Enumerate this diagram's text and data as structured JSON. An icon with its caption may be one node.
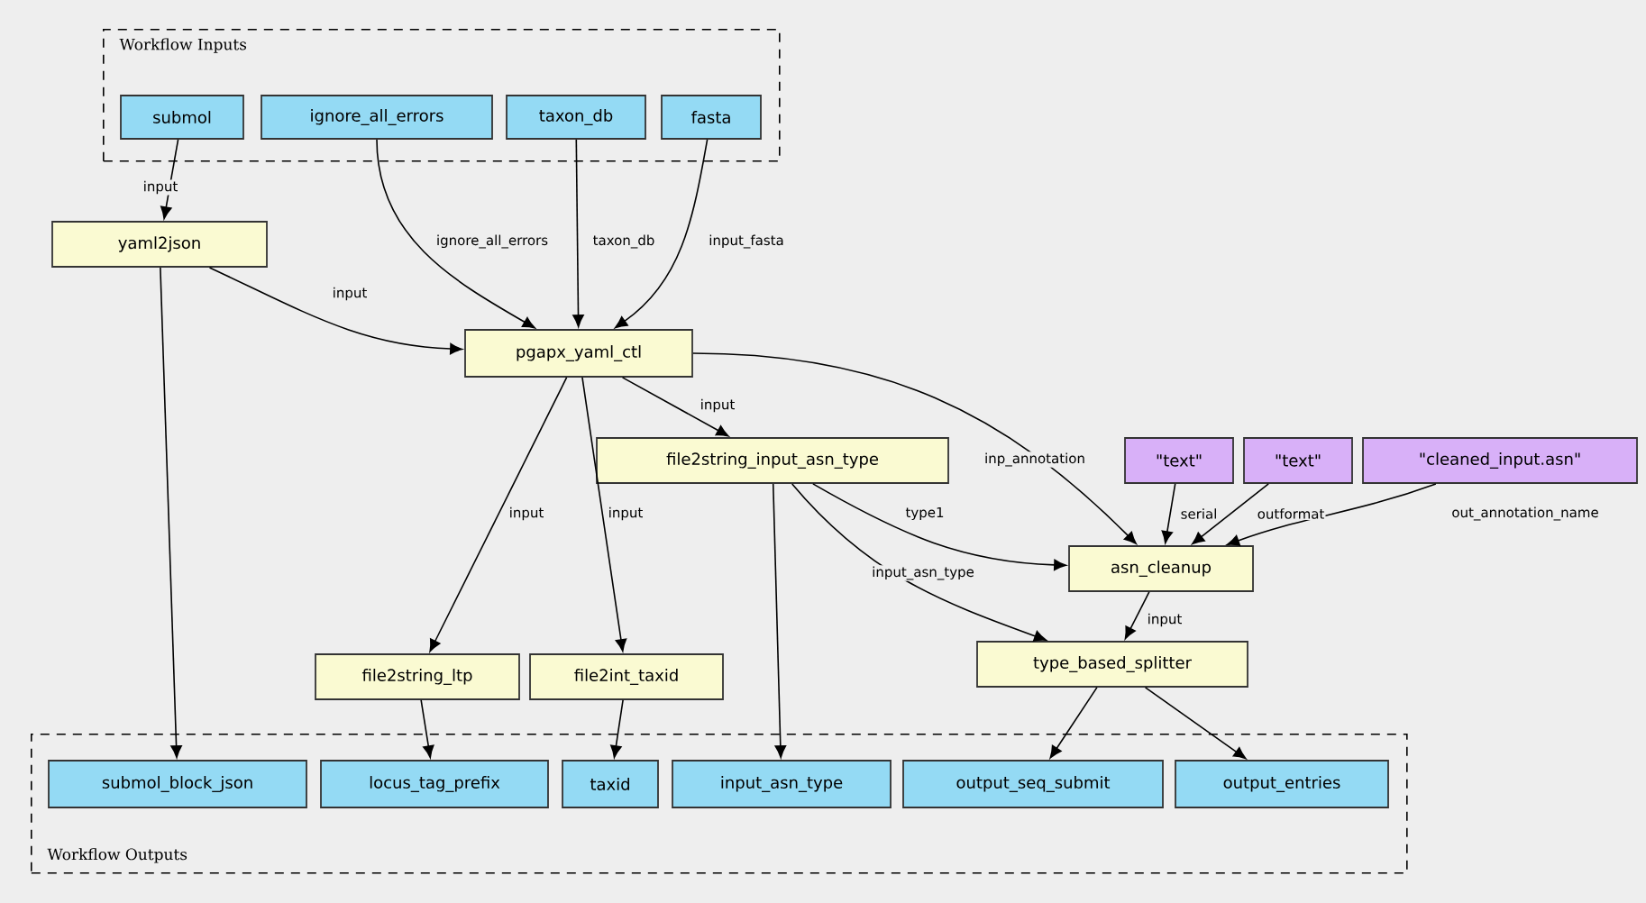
{
  "diagram": {
    "nodes": [
      {
        "text": [
          "Workflow Inputs"
        ]
      },
      {
        "text": [
          "submol"
        ],
        "in": 0
      },
      {
        "text": [
          "ignore_all_errors"
        ],
        "in": 0
      },
      {
        "text": [
          "taxon_db"
        ],
        "in": 0
      },
      {
        "text": [
          "fasta"
        ],
        "in": 0
      },
      {
        "text": [
          "yaml2json"
        ]
      },
      {
        "text": [
          "pgapx_yaml_ctl"
        ]
      },
      {
        "text": [
          "file2string_input_asn_type"
        ]
      },
      {
        "text": [
          "\"text\""
        ]
      },
      {
        "text": [
          "\"text\""
        ]
      },
      {
        "text": [
          "\"cleaned_input.asn\""
        ]
      },
      {
        "text": [
          "asn_cleanup"
        ]
      },
      {
        "text": [
          "file2string_ltp"
        ]
      },
      {
        "text": [
          "file2int_taxid"
        ]
      },
      {
        "text": [
          "type_based_splitter"
        ]
      },
      {
        "text": [
          "Workflow Outputs"
        ]
      },
      {
        "text": [
          "submol_block_json"
        ],
        "in": 15
      },
      {
        "text": [
          "locus_tag_prefix"
        ],
        "in": 15
      },
      {
        "text": [
          "taxid"
        ],
        "in": 15
      },
      {
        "text": [
          "input_asn_type"
        ],
        "in": 15
      },
      {
        "text": [
          "output_seq_submit"
        ],
        "in": 15
      },
      {
        "text": [
          "output_entries"
        ],
        "in": 15
      }
    ],
    "edges": [
      {
        "from": 1,
        "to": 5,
        "arrow": "to",
        "label": "input"
      },
      {
        "from": 2,
        "to": 6,
        "arrow": "to",
        "label": "ignore_all_errors"
      },
      {
        "from": 3,
        "to": 6,
        "arrow": "to",
        "label": "taxon_db"
      },
      {
        "from": 4,
        "to": 6,
        "arrow": "to",
        "label": "input_fasta"
      },
      {
        "from": 5,
        "to": 6,
        "arrow": "to",
        "label": "input"
      },
      {
        "from": 5,
        "to": 16,
        "arrow": "to"
      },
      {
        "from": 6,
        "to": 7,
        "arrow": "to",
        "label": "input"
      },
      {
        "from": 6,
        "to": 11,
        "arrow": "to",
        "label": "inp_annotation"
      },
      {
        "from": 6,
        "to": 12,
        "arrow": "to",
        "label": "input"
      },
      {
        "from": 6,
        "to": 13,
        "arrow": "to",
        "label": "input"
      },
      {
        "from": 7,
        "to": 11,
        "arrow": "to",
        "label": "type1"
      },
      {
        "from": 7,
        "to": 14,
        "arrow": "to",
        "label": "input_asn_type"
      },
      {
        "from": 7,
        "to": 19,
        "arrow": "to"
      },
      {
        "from": 8,
        "to": 11,
        "arrow": "to",
        "label": "serial"
      },
      {
        "from": 9,
        "to": 11,
        "arrow": "to",
        "label": "outformat"
      },
      {
        "from": 10,
        "to": 11,
        "arrow": "to",
        "label": "out_annotation_name"
      },
      {
        "from": 11,
        "to": 14,
        "arrow": "to",
        "label": "input"
      },
      {
        "from": 12,
        "to": 17,
        "arrow": "to"
      },
      {
        "from": 13,
        "to": 18,
        "arrow": "to"
      },
      {
        "from": 14,
        "to": 20,
        "arrow": "to"
      },
      {
        "from": 14,
        "to": 21,
        "arrow": "to"
      }
    ]
  }
}
